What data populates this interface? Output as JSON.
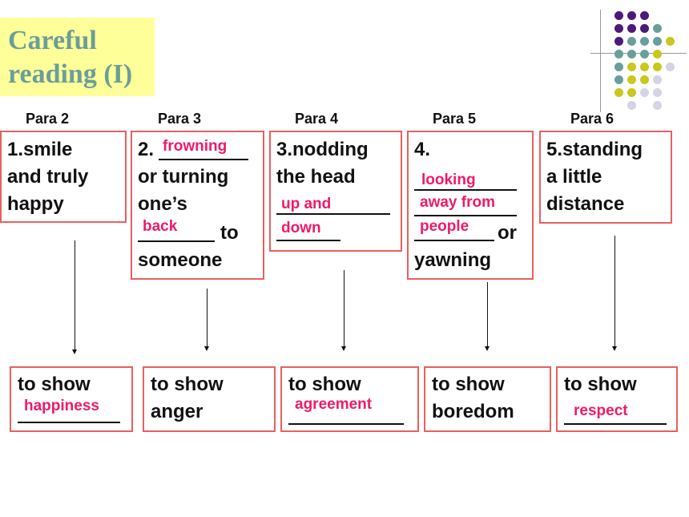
{
  "title": {
    "line1": "Careful",
    "line2": "reading (I)"
  },
  "colors": {
    "border": "#e8605e",
    "answer": "#ee1a6a",
    "title_bg": "#ffff99",
    "title_text": "#6a9e9a",
    "dot_purple": "#4b1a7a",
    "dot_teal": "#6a9e9a",
    "dot_yellow": "#c8c81e",
    "dot_grey": "#d4d4e4"
  },
  "para_labels": [
    "Para 2",
    "Para 3",
    "Para 4",
    "Para 5",
    "Para 6"
  ],
  "behaviors": {
    "b1": {
      "l1": "1.smile",
      "l2": "and truly",
      "l3": "happy"
    },
    "b2": {
      "l1": "2.",
      "l2": "or turning",
      "l3": "one’s",
      "l4": "to",
      "l5": "someone",
      "ans1": "frowning",
      "ans2": "back"
    },
    "b3": {
      "l1": "3.nodding",
      "l2": "the head",
      "ans1": "up and",
      "ans2": "down"
    },
    "b4": {
      "l1": "4.",
      "l2": "or",
      "l3": "yawning",
      "ans1": "looking",
      "ans2": "away from",
      "ans3": "people"
    },
    "b5": {
      "l1": "5.standing",
      "l2": "a little",
      "l3": "distance"
    }
  },
  "meanings": {
    "m1": {
      "text": "to show",
      "ans": "happiness"
    },
    "m2": {
      "text": "to show",
      "text2": "anger"
    },
    "m3": {
      "text": "to show",
      "ans": "agreement"
    },
    "m4": {
      "text": "to show",
      "text2": "boredom"
    },
    "m5": {
      "text": "to show",
      "ans": "respect"
    }
  }
}
